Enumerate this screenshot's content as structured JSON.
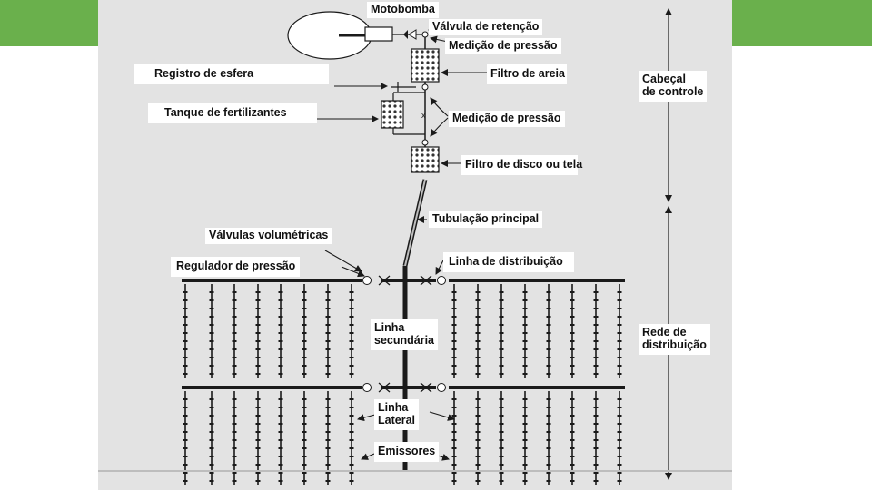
{
  "colors": {
    "accent": "#6ab04c",
    "panel": "#e3e3e3",
    "line": "#1a1a1a"
  },
  "labels": {
    "motobomba": "Motobomba",
    "valvula_retencao": "Válvula de retenção",
    "medicao_pressao_1": "Medição de pressão",
    "registro_esfera": "Registro de esfera",
    "filtro_areia": "Filtro de areia",
    "tanque_fertilizantes": "Tanque de fertilizantes",
    "medicao_pressao_2": "Medição de pressão",
    "filtro_disco": "Filtro de disco ou tela",
    "tubulacao_principal": "Tubulação principal",
    "valvulas_volumetricas": "Válvulas volumétricas",
    "regulador_pressao": "Regulador de pressão",
    "linha_distribuicao": "Linha de distribuição",
    "linha_secundaria_1": "Linha",
    "linha_secundaria_2": "secundária",
    "linha_lateral_1": "Linha",
    "linha_lateral_2": "Lateral",
    "emissores": "Emissores",
    "cabecal_1": "Cabeçal",
    "cabecal_2": "de controle",
    "rede_1": "Rede de",
    "rede_2": "distribuição"
  }
}
